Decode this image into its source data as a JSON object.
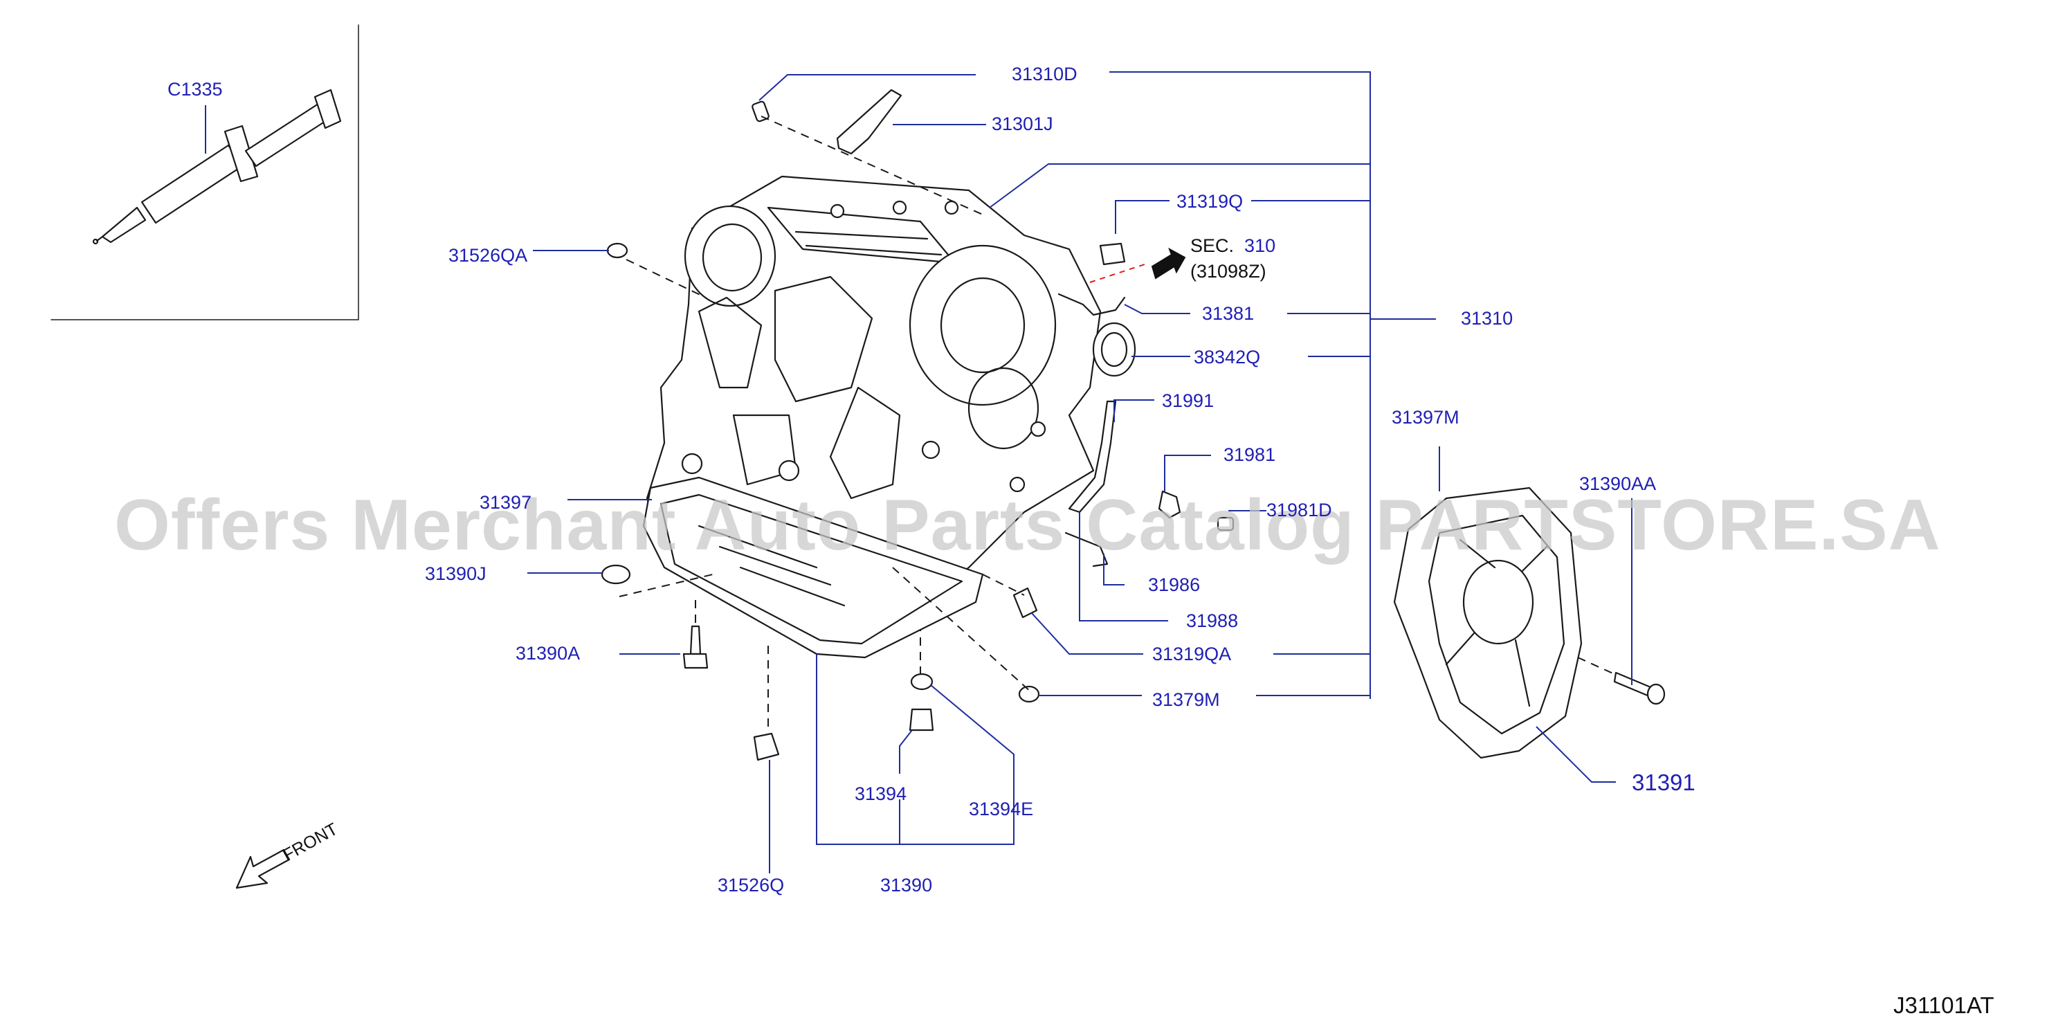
{
  "callouts": {
    "c1335": "C1335",
    "p31310D": "31310D",
    "p31301J": "31301J",
    "p31319Q": "31319Q",
    "p31526QA": "31526QA",
    "p31381": "31381",
    "p31310": "31310",
    "p38342Q": "38342Q",
    "p31991": "31991",
    "p31397M": "31397M",
    "p31981": "31981",
    "p31390AA": "31390AA",
    "p31397": "31397",
    "p31981D": "31981D",
    "p31390J": "31390J",
    "p31986": "31986",
    "p31988": "31988",
    "p31390A": "31390A",
    "p31319QA": "31319QA",
    "p31379M": "31379M",
    "p31391": "31391",
    "p31394": "31394",
    "p31394E": "31394E",
    "p31526Q": "31526Q",
    "p31390": "31390"
  },
  "section_ref": {
    "prefix": "SEC.",
    "number": "310",
    "part": "(31098Z)"
  },
  "orientation": {
    "label": "FRONT"
  },
  "diagram_code": "J31101AT",
  "watermark": "Offers Merchant Auto Parts Catalog PARTSTORE.SA",
  "colors": {
    "callout_text": "#1f1fb4",
    "leader_line": "#1e2d9c",
    "line_art": "#1a1a1a",
    "watermark": "#c8c8c8"
  }
}
